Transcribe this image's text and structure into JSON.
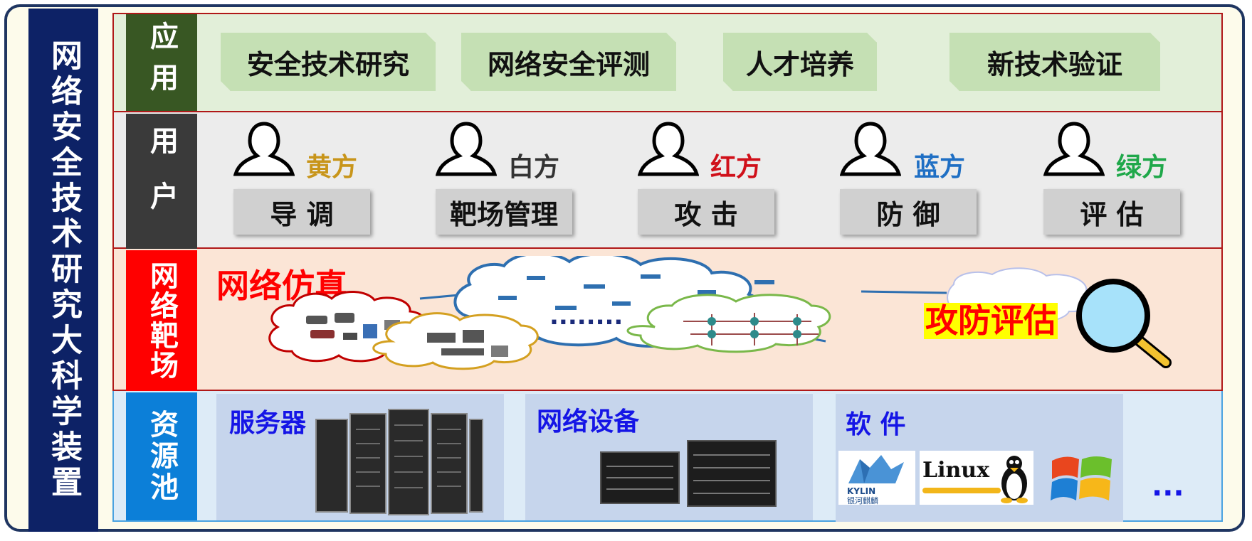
{
  "title": "网络安全技术研究大科学装置",
  "layers": {
    "application": {
      "label": "应用",
      "items": [
        "安全技术研究",
        "网络安全评测",
        "人才培养",
        "新技术验证"
      ]
    },
    "user": {
      "label": "用户",
      "roles": [
        {
          "name": "黄方",
          "color": "#c8951a",
          "duty": "导 调"
        },
        {
          "name": "白方",
          "color": "#333333",
          "duty": "靶场管理"
        },
        {
          "name": "红方",
          "color": "#d0101a",
          "duty": "攻 击"
        },
        {
          "name": "蓝方",
          "color": "#1f6fc4",
          "duty": "防 御"
        },
        {
          "name": "绿方",
          "color": "#1fa84a",
          "duty": "评 估"
        }
      ]
    },
    "range": {
      "label": "网络靶场",
      "simulation_title": "网络仿真",
      "ellipsis": "........",
      "evaluation_title": "攻防评估"
    },
    "resource": {
      "label": "资源池",
      "servers": "服务器",
      "network_devices": "网络设备",
      "software": "软 件",
      "software_logos": [
        "KYLIN",
        "银河麒麟",
        "Linux"
      ],
      "more": "..."
    }
  },
  "colors": {
    "title_bg": "#0d2266",
    "application_label": "#385723",
    "user_label": "#3a3a3a",
    "range_label": "#ff0000",
    "resource_label": "#0c7fd8",
    "application_bg": "#e2efd9",
    "user_bg": "#ececec",
    "range_bg": "#fbe5d6",
    "resource_bg": "#ddebf7"
  }
}
